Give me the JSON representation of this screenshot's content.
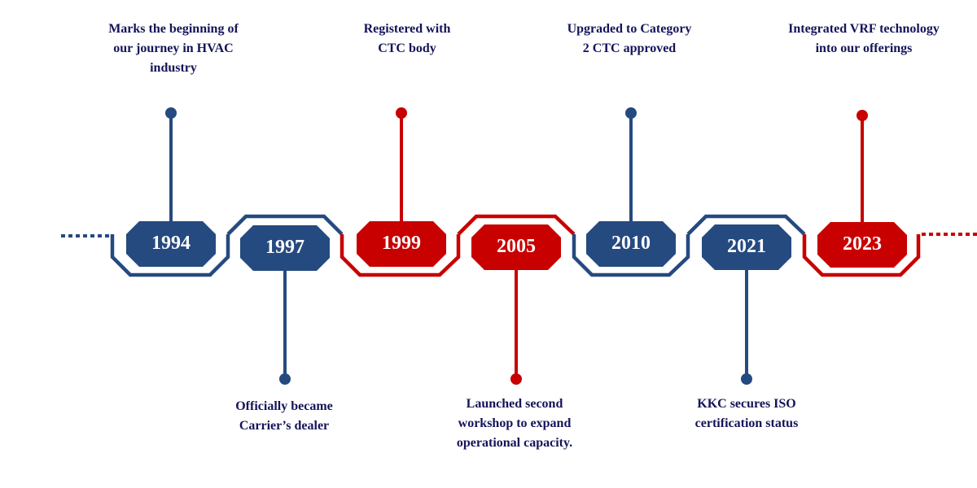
{
  "colors": {
    "blue": "#254a80",
    "red": "#c80000",
    "caption": "#14145a"
  },
  "milestones": [
    {
      "year": "1994",
      "color": "blue",
      "caption": [
        "Marks the beginning of",
        "our journey in HVAC",
        "industry"
      ]
    },
    {
      "year": "1997",
      "color": "blue",
      "caption": [
        "Officially became",
        "Carrier’s dealer"
      ]
    },
    {
      "year": "1999",
      "color": "red",
      "caption": [
        "Registered with",
        "CTC body"
      ]
    },
    {
      "year": "2005",
      "color": "red",
      "caption": [
        "Launched second",
        "workshop to expand",
        "operational capacity."
      ]
    },
    {
      "year": "2010",
      "color": "blue",
      "caption": [
        "Upgraded to Category",
        "2 CTC approved"
      ]
    },
    {
      "year": "2021",
      "color": "blue",
      "caption": [
        "KKC secures ISO",
        "certification status"
      ]
    },
    {
      "year": "2023",
      "color": "red",
      "caption": [
        "Integrated VRF technology",
        "into our offerings"
      ]
    }
  ]
}
